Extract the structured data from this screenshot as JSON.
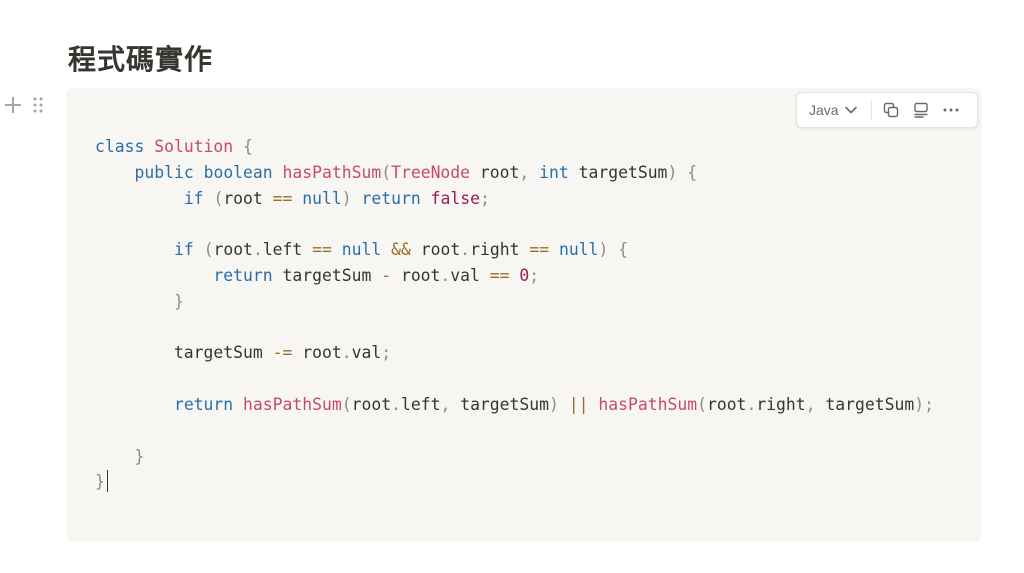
{
  "page": {
    "heading": "程式碼實作"
  },
  "code_block": {
    "language": "Java",
    "icons": {
      "add": "plus-icon",
      "drag": "drag-handle-icon",
      "language_dropdown": "chevron-down-icon",
      "copy": "copy-icon",
      "caption": "caption-icon",
      "more": "more-icon"
    },
    "lines": [
      [
        {
          "t": "class",
          "c": "kw"
        },
        {
          "t": " "
        },
        {
          "t": "Solution",
          "c": "fn"
        },
        {
          "t": " "
        },
        {
          "t": "{",
          "c": "pn"
        }
      ],
      [
        {
          "t": "    "
        },
        {
          "t": "public",
          "c": "kw"
        },
        {
          "t": " "
        },
        {
          "t": "boolean",
          "c": "kw"
        },
        {
          "t": " "
        },
        {
          "t": "hasPathSum",
          "c": "fn"
        },
        {
          "t": "(",
          "c": "pn"
        },
        {
          "t": "TreeNode",
          "c": "fn"
        },
        {
          "t": " root"
        },
        {
          "t": ",",
          "c": "pn"
        },
        {
          "t": " "
        },
        {
          "t": "int",
          "c": "kw"
        },
        {
          "t": " targetSum"
        },
        {
          "t": ")",
          "c": "pn"
        },
        {
          "t": " "
        },
        {
          "t": "{",
          "c": "pn"
        }
      ],
      [
        {
          "t": "         "
        },
        {
          "t": "if",
          "c": "kw"
        },
        {
          "t": " "
        },
        {
          "t": "(",
          "c": "pn"
        },
        {
          "t": "root "
        },
        {
          "t": "==",
          "c": "op"
        },
        {
          "t": " "
        },
        {
          "t": "null",
          "c": "kw"
        },
        {
          "t": ")",
          "c": "pn"
        },
        {
          "t": " "
        },
        {
          "t": "return",
          "c": "kw"
        },
        {
          "t": " "
        },
        {
          "t": "false",
          "c": "lit"
        },
        {
          "t": ";",
          "c": "pn"
        }
      ],
      [],
      [
        {
          "t": "        "
        },
        {
          "t": "if",
          "c": "kw"
        },
        {
          "t": " "
        },
        {
          "t": "(",
          "c": "pn"
        },
        {
          "t": "root"
        },
        {
          "t": ".",
          "c": "pn"
        },
        {
          "t": "left "
        },
        {
          "t": "==",
          "c": "op"
        },
        {
          "t": " "
        },
        {
          "t": "null",
          "c": "kw"
        },
        {
          "t": " "
        },
        {
          "t": "&&",
          "c": "op"
        },
        {
          "t": " root"
        },
        {
          "t": ".",
          "c": "pn"
        },
        {
          "t": "right "
        },
        {
          "t": "==",
          "c": "op"
        },
        {
          "t": " "
        },
        {
          "t": "null",
          "c": "kw"
        },
        {
          "t": ")",
          "c": "pn"
        },
        {
          "t": " "
        },
        {
          "t": "{",
          "c": "pn"
        }
      ],
      [
        {
          "t": "            "
        },
        {
          "t": "return",
          "c": "kw"
        },
        {
          "t": " targetSum "
        },
        {
          "t": "-",
          "c": "op"
        },
        {
          "t": " root"
        },
        {
          "t": ".",
          "c": "pn"
        },
        {
          "t": "val "
        },
        {
          "t": "==",
          "c": "op"
        },
        {
          "t": " "
        },
        {
          "t": "0",
          "c": "lit"
        },
        {
          "t": ";",
          "c": "pn"
        }
      ],
      [
        {
          "t": "        "
        },
        {
          "t": "}",
          "c": "pn"
        }
      ],
      [],
      [
        {
          "t": "        targetSum "
        },
        {
          "t": "-=",
          "c": "op"
        },
        {
          "t": " root"
        },
        {
          "t": ".",
          "c": "pn"
        },
        {
          "t": "val"
        },
        {
          "t": ";",
          "c": "pn"
        }
      ],
      [],
      [
        {
          "t": "        "
        },
        {
          "t": "return",
          "c": "kw"
        },
        {
          "t": " "
        },
        {
          "t": "hasPathSum",
          "c": "fn"
        },
        {
          "t": "(",
          "c": "pn"
        },
        {
          "t": "root"
        },
        {
          "t": ".",
          "c": "pn"
        },
        {
          "t": "left"
        },
        {
          "t": ",",
          "c": "pn"
        },
        {
          "t": " targetSum"
        },
        {
          "t": ")",
          "c": "pn"
        },
        {
          "t": " "
        },
        {
          "t": "||",
          "c": "op"
        },
        {
          "t": " "
        },
        {
          "t": "hasPathSum",
          "c": "fn"
        },
        {
          "t": "(",
          "c": "pn"
        },
        {
          "t": "root"
        },
        {
          "t": ".",
          "c": "pn"
        },
        {
          "t": "right"
        },
        {
          "t": ",",
          "c": "pn"
        },
        {
          "t": " targetSum"
        },
        {
          "t": ")",
          "c": "pn"
        },
        {
          "t": ";",
          "c": "pn"
        }
      ],
      [],
      [
        {
          "t": "    "
        },
        {
          "t": "}",
          "c": "pn"
        }
      ],
      [
        {
          "t": "}",
          "c": "pn"
        }
      ]
    ]
  }
}
